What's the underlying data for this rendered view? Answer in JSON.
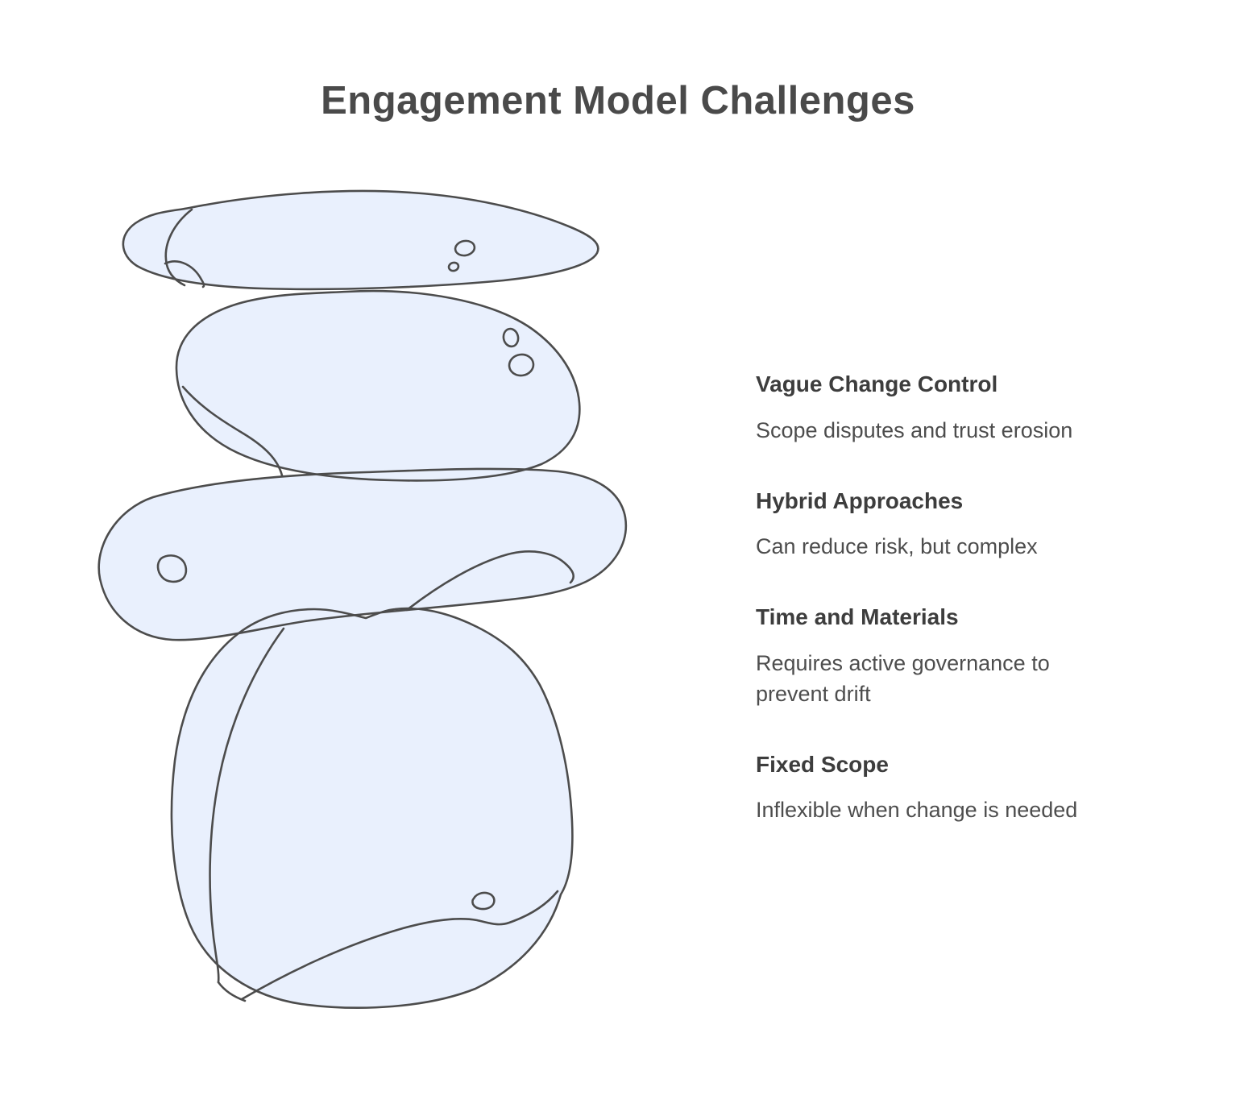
{
  "title": "Engagement Model Challenges",
  "illustration": {
    "name": "stacked-balancing-stones",
    "stone_count": 4,
    "fill": "#e9f0fd",
    "stroke": "#4c4c4c",
    "background": "#ffffff"
  },
  "colors": {
    "title": "#4a4a4a",
    "heading": "#3d3d3d",
    "body": "#4d4d4d"
  },
  "items": [
    {
      "heading": "Vague Change Control",
      "description": "Scope disputes and trust erosion"
    },
    {
      "heading": "Hybrid Approaches",
      "description": "Can reduce risk, but complex"
    },
    {
      "heading": "Time and Materials",
      "description": "Requires active governance to prevent drift"
    },
    {
      "heading": "Fixed Scope",
      "description": "Inflexible when change is needed"
    }
  ]
}
